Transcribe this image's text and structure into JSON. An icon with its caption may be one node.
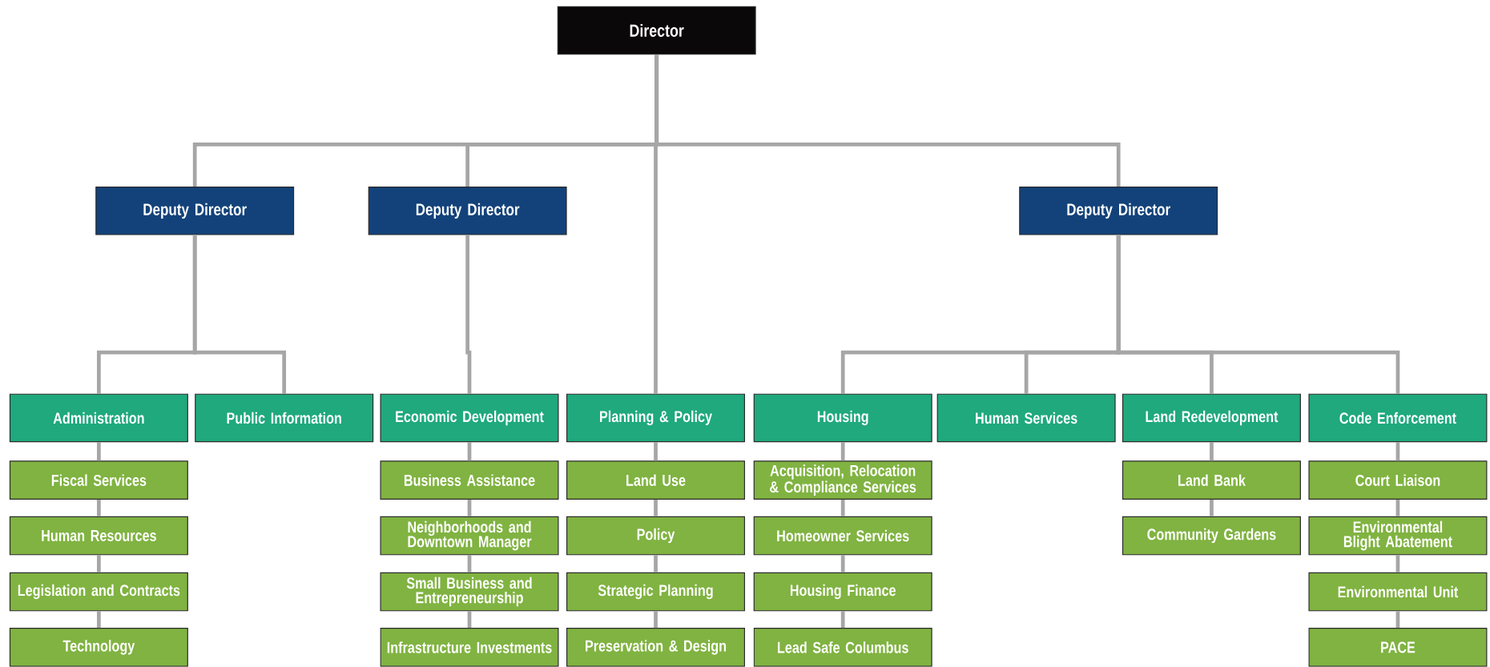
{
  "diagram": {
    "nodes": [
      {
        "text": [
          "Director"
        ]
      },
      {
        "text": [
          "Deputy Director"
        ]
      },
      {
        "text": [
          "Deputy Director"
        ]
      },
      {
        "text": [
          "Deputy Director"
        ]
      },
      {
        "text": [
          "Administration"
        ]
      },
      {
        "text": [
          "Public Information"
        ]
      },
      {
        "text": [
          "Economic Development"
        ]
      },
      {
        "text": [
          "Planning & Policy"
        ]
      },
      {
        "text": [
          "Housing"
        ]
      },
      {
        "text": [
          "Human Services"
        ]
      },
      {
        "text": [
          "Land Redevelopment"
        ]
      },
      {
        "text": [
          "Code Enforcement"
        ]
      },
      {
        "text": [
          "Fiscal Services"
        ]
      },
      {
        "text": [
          "Human Resources"
        ]
      },
      {
        "text": [
          "Legislation and Contracts"
        ]
      },
      {
        "text": [
          "Technology"
        ]
      },
      {
        "text": [
          "Business Assistance"
        ]
      },
      {
        "text": [
          "Neighborhoods and Downtown Manager"
        ]
      },
      {
        "text": [
          "Small Business and Entrepreneurship"
        ]
      },
      {
        "text": [
          "Infrastructure Investments"
        ]
      },
      {
        "text": [
          "Land Use"
        ]
      },
      {
        "text": [
          "Policy"
        ]
      },
      {
        "text": [
          "Strategic Planning"
        ]
      },
      {
        "text": [
          "Preservation & Design"
        ]
      },
      {
        "text": [
          "Acquisition, Relocation & Compliance Services"
        ]
      },
      {
        "text": [
          "Homeowner Services"
        ]
      },
      {
        "text": [
          "Housing Finance"
        ]
      },
      {
        "text": [
          "Lead Safe Columbus"
        ]
      },
      {
        "text": [
          "Land Bank"
        ]
      },
      {
        "text": [
          "Community Gardens"
        ]
      },
      {
        "text": [
          "Court Liaison"
        ]
      },
      {
        "text": [
          "Environmental Blight Abatement"
        ]
      },
      {
        "text": [
          "Environmental Unit"
        ]
      },
      {
        "text": [
          "PACE"
        ]
      }
    ],
    "edges": [
      {
        "from": 0,
        "to": 1,
        "arrow": "none"
      },
      {
        "from": 0,
        "to": 2,
        "arrow": "none"
      },
      {
        "from": 0,
        "to": 7,
        "arrow": "none"
      },
      {
        "from": 0,
        "to": 3,
        "arrow": "none"
      },
      {
        "from": 1,
        "to": 4,
        "arrow": "none"
      },
      {
        "from": 1,
        "to": 5,
        "arrow": "none"
      },
      {
        "from": 2,
        "to": 6,
        "arrow": "none"
      },
      {
        "from": 3,
        "to": 8,
        "arrow": "none"
      },
      {
        "from": 3,
        "to": 9,
        "arrow": "none"
      },
      {
        "from": 3,
        "to": 10,
        "arrow": "none"
      },
      {
        "from": 3,
        "to": 11,
        "arrow": "none"
      },
      {
        "from": 4,
        "to": 12,
        "arrow": "none"
      },
      {
        "from": 12,
        "to": 13,
        "arrow": "none"
      },
      {
        "from": 13,
        "to": 14,
        "arrow": "none"
      },
      {
        "from": 14,
        "to": 15,
        "arrow": "none"
      },
      {
        "from": 6,
        "to": 16,
        "arrow": "none"
      },
      {
        "from": 16,
        "to": 17,
        "arrow": "none"
      },
      {
        "from": 17,
        "to": 18,
        "arrow": "none"
      },
      {
        "from": 18,
        "to": 19,
        "arrow": "none"
      },
      {
        "from": 7,
        "to": 20,
        "arrow": "none"
      },
      {
        "from": 20,
        "to": 21,
        "arrow": "none"
      },
      {
        "from": 21,
        "to": 22,
        "arrow": "none"
      },
      {
        "from": 22,
        "to": 23,
        "arrow": "none"
      },
      {
        "from": 8,
        "to": 24,
        "arrow": "none"
      },
      {
        "from": 24,
        "to": 25,
        "arrow": "none"
      },
      {
        "from": 25,
        "to": 26,
        "arrow": "none"
      },
      {
        "from": 26,
        "to": 27,
        "arrow": "none"
      },
      {
        "from": 10,
        "to": 28,
        "arrow": "none"
      },
      {
        "from": 28,
        "to": 29,
        "arrow": "none"
      },
      {
        "from": 11,
        "to": 30,
        "arrow": "none"
      },
      {
        "from": 30,
        "to": 31,
        "arrow": "none"
      },
      {
        "from": 31,
        "to": 32,
        "arrow": "none"
      },
      {
        "from": 32,
        "to": 33,
        "arrow": "none"
      }
    ]
  }
}
